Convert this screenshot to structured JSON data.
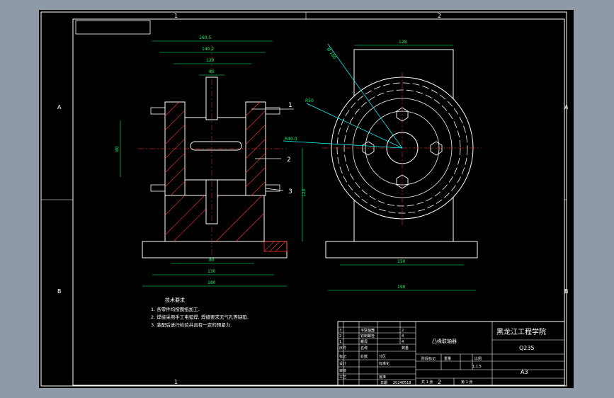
{
  "colors": {
    "background": "#8e9aa8",
    "sheet": "#000000",
    "line": "#ffffff",
    "dimension": "#00ff66",
    "leader": "#00ffff",
    "hatch": "#ff3030"
  },
  "border": {
    "zone_columns": [
      "1",
      "2"
    ],
    "zone_rows": [
      "A",
      "B"
    ]
  },
  "dimensions": {
    "front_top_1": "160.5",
    "front_top_2": "140.2",
    "front_top_3": "120",
    "front_top_4": "80",
    "front_left": "80",
    "front_bottom_1": "80",
    "front_bottom_2": "130",
    "front_bottom_3": "180",
    "side_diameter": "Ø 100",
    "side_r1": "R50",
    "side_r2": "R40.0",
    "side_top": "128",
    "side_bottom_1": "150",
    "side_bottom_2": "190",
    "side_height": "120"
  },
  "part_numbers": [
    "1",
    "2",
    "3"
  ],
  "notes": {
    "heading": "技术要求",
    "lines": [
      "1. 各零件均按图纸加工.",
      "2. 焊接采用手工电弧焊, 焊缝要求无气孔等缺陷.",
      "3. 装配后进行检验并具有一定的预紧力."
    ]
  },
  "title_block": {
    "drawing_name": "凸缘联轴器",
    "school": "黑龙江工程学院",
    "material": "Q235",
    "sheet_size": "A3",
    "scale": "1:1.5",
    "date": "20240518",
    "total_sheets": "共 1 张",
    "sheet_no": "第 1 张",
    "labels": {
      "stage_mark": "阶段标记",
      "weight": "重量",
      "ratio": "比例",
      "mark": "标记",
      "count": "处数",
      "zone": "分区",
      "design": "设计",
      "standard": "标准化",
      "review": "审核",
      "process": "工艺",
      "approve": "批准",
      "date_label": "日期"
    },
    "parts_list": [
      {
        "no": "3",
        "name": "半联轴器",
        "qty": "2"
      },
      {
        "no": "2",
        "name": "铰制螺栓",
        "qty": "4"
      },
      {
        "no": "1",
        "name": "螺母",
        "qty": "4"
      }
    ],
    "header_row": {
      "no": "序号",
      "name": "名称",
      "qty": "数量"
    }
  }
}
